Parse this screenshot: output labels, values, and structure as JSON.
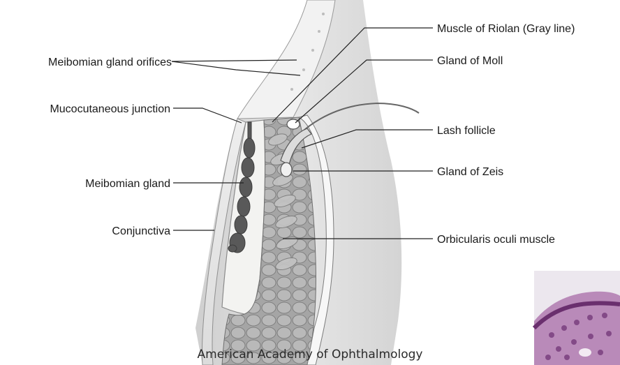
{
  "labels": {
    "left": {
      "orifices": "Meibomian gland orifices",
      "mucocutaneous": "Mucocutaneous junction",
      "meibomian_gland": "Meibomian gland",
      "conjunctiva": "Conjunctiva"
    },
    "right": {
      "riolan": "Muscle of Riolan (Gray line)",
      "moll": "Gland of Moll",
      "lash": "Lash follicle",
      "zeis": "Gland of Zeis",
      "orbicularis": "Orbicularis oculi muscle"
    }
  },
  "credit": "American Academy of Ophthalmology",
  "colors": {
    "skin": "#e2e2e2",
    "tarsal_plate": "#f4f4f2",
    "muscle": "#9a9a9a",
    "gland": "#555555",
    "histology": "#8a4a8e"
  }
}
